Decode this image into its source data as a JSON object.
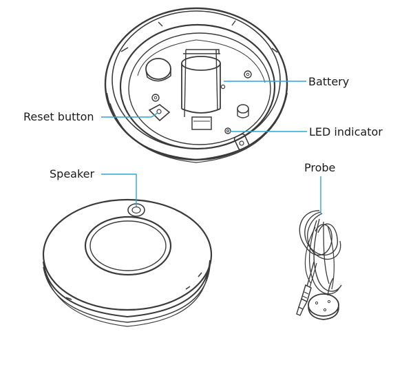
{
  "labels": {
    "battery": "Battery",
    "reset_button": "Reset button",
    "led_indicator": "LED indicator",
    "speaker": "Speaker",
    "probe": "Probe"
  },
  "colors": {
    "leader_line": "#2aa6d6",
    "line_art": "#3a3a3a"
  }
}
